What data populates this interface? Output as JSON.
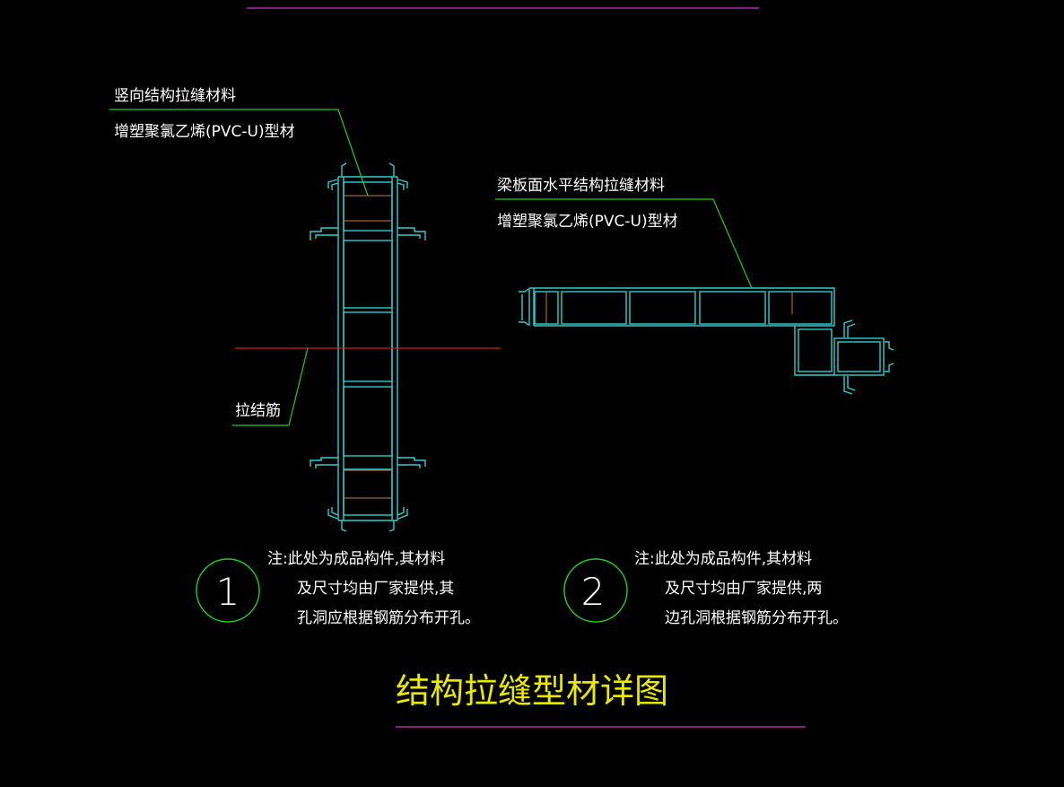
{
  "colors": {
    "background": "#000000",
    "profile": "#33cccc",
    "leader": "#22cc22",
    "rebar": "#cc2222",
    "hatch": "#d07a3a",
    "text": "#ffffff",
    "title": "#e8e800",
    "rule": "#cc33cc",
    "circle": "#22cc22"
  },
  "detail1": {
    "label_material": "竖向结构拉缝材料",
    "label_type": "增塑聚氯乙烯(PVC-U)型材",
    "label_rebar": "拉结筋",
    "number": "1",
    "note_lines": [
      "注:此处为成品构件,其材料",
      "及尺寸均由厂家提供,其",
      "孔洞应根据钢筋分布开孔。"
    ]
  },
  "detail2": {
    "label_material": "梁板面水平结构拉缝材料",
    "label_type": "增塑聚氯乙烯(PVC-U)型材",
    "number": "2",
    "note_lines": [
      "注:此处为成品构件,其材料",
      "及尺寸均由厂家提供,两",
      "边孔洞根据钢筋分布开孔。"
    ]
  },
  "title": "结构拉缝型材详图"
}
